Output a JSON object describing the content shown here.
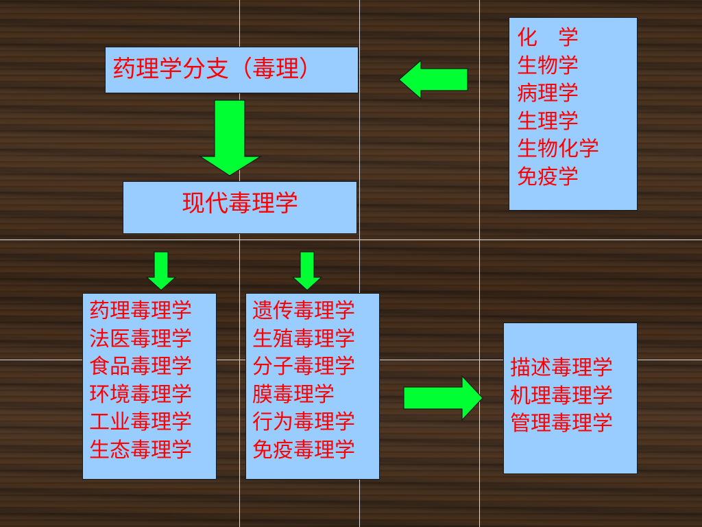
{
  "boxes": {
    "pharm_branch": "药理学分支（毒理）",
    "modern_tox": "现代毒理学",
    "related_disciplines": [
      "化　学",
      "生物学",
      "病理学",
      "生理学",
      "生物化学",
      "免疫学"
    ],
    "applied_tox": [
      "药理毒理学",
      "法医毒理学",
      "食品毒理学",
      "环境毒理学",
      "工业毒理学",
      "生态毒理学"
    ],
    "mechanism_tox": [
      "遗传毒理学",
      "生殖毒理学",
      "分子毒理学",
      "膜毒理学",
      "行为毒理学",
      "免疫毒理学"
    ],
    "research_types": [
      "描述毒理学",
      "机理毒理学",
      "管理毒理学"
    ]
  },
  "colors": {
    "box_fill": "#99ccff",
    "text": "#ff0000",
    "arrow_fill": "#00ff33",
    "grid_line": "#d9d9d9",
    "background": "#3f2c1c"
  },
  "icons": [
    "arrow-left",
    "arrow-down",
    "arrow-right"
  ]
}
